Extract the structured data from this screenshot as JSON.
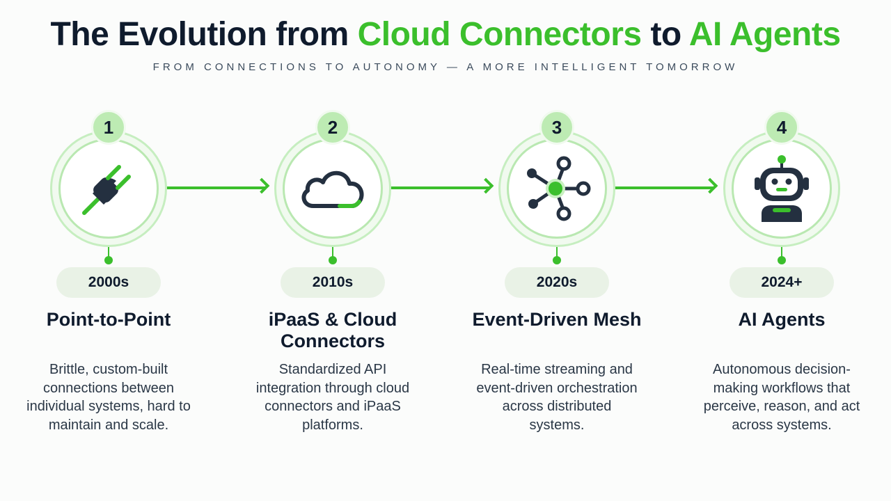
{
  "header": {
    "title_part1": "The Evolution from ",
    "title_highlight1": "Cloud Connectors",
    "title_part2": " to ",
    "title_highlight2": "AI Agents",
    "subtitle": "FROM CONNECTIONS TO AUTONOMY — A MORE INTELLIGENT TOMORROW"
  },
  "colors": {
    "accent": "#3bbf2c",
    "text_dark": "#0f1b2d",
    "badge_bg": "#bdebb3",
    "era_bg": "#e9f2e6"
  },
  "stages": [
    {
      "number": "1",
      "era": "2000s",
      "title": "Point-to-Point",
      "description": "Brittle, custom-built connections between individual systems, hard to maintain and scale.",
      "icon": "plug-icon"
    },
    {
      "number": "2",
      "era": "2010s",
      "title": "iPaaS & Cloud Connectors",
      "description": "Standardized API integration through cloud connectors and iPaaS platforms.",
      "icon": "cloud-icon"
    },
    {
      "number": "3",
      "era": "2020s",
      "title": "Event-Driven Mesh",
      "description": "Real-time streaming and event-driven orchestration across distributed systems.",
      "icon": "network-mesh-icon"
    },
    {
      "number": "4",
      "era": "2024+",
      "title": "AI Agents",
      "description": "Autonomous decision-making workflows that perceive, reason, and act across systems.",
      "icon": "robot-icon"
    }
  ]
}
